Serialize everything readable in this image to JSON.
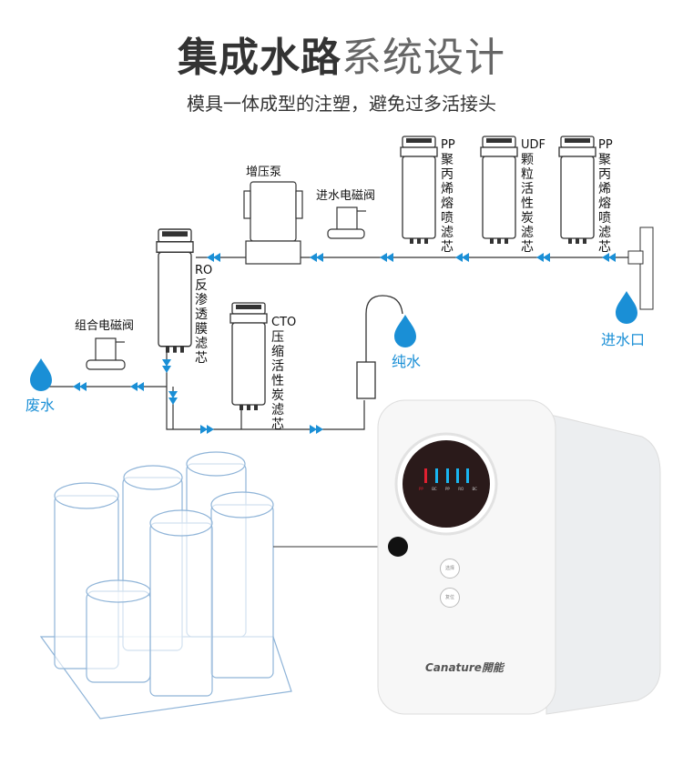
{
  "title": {
    "bold": "集成水路",
    "light": "系统设计"
  },
  "subtitle": "模具一体成型的注塑，避免过多活接头",
  "components": {
    "pump": "增压泵",
    "inlet_valve": "进水电磁阀",
    "combo_valve": "组合电磁阀",
    "pp1": {
      "code": "PP",
      "name": "聚丙烯熔喷滤芯"
    },
    "udf": {
      "code": "UDF",
      "name": "颗粒活性炭滤芯"
    },
    "pp2": {
      "code": "PP",
      "name": "聚丙烯熔喷滤芯"
    },
    "ro": {
      "code": "RO",
      "name": "反渗透膜滤芯"
    },
    "cto": {
      "code": "CTO",
      "name": "压缩活性炭滤芯"
    }
  },
  "outlets": {
    "inlet": "进水口",
    "pure": "纯水",
    "waste": "废水"
  },
  "device": {
    "brand": "Canature",
    "brand_cn": "開能",
    "button1": "选择",
    "button2": "复位",
    "indicators": [
      "PP",
      "BC",
      "PP",
      "RO",
      "BC"
    ]
  },
  "colors": {
    "accent": "#1a8fd6",
    "indicator_red": "#e02030",
    "indicator_blue": "#19b5f0",
    "panel": "#2a1a1a"
  }
}
